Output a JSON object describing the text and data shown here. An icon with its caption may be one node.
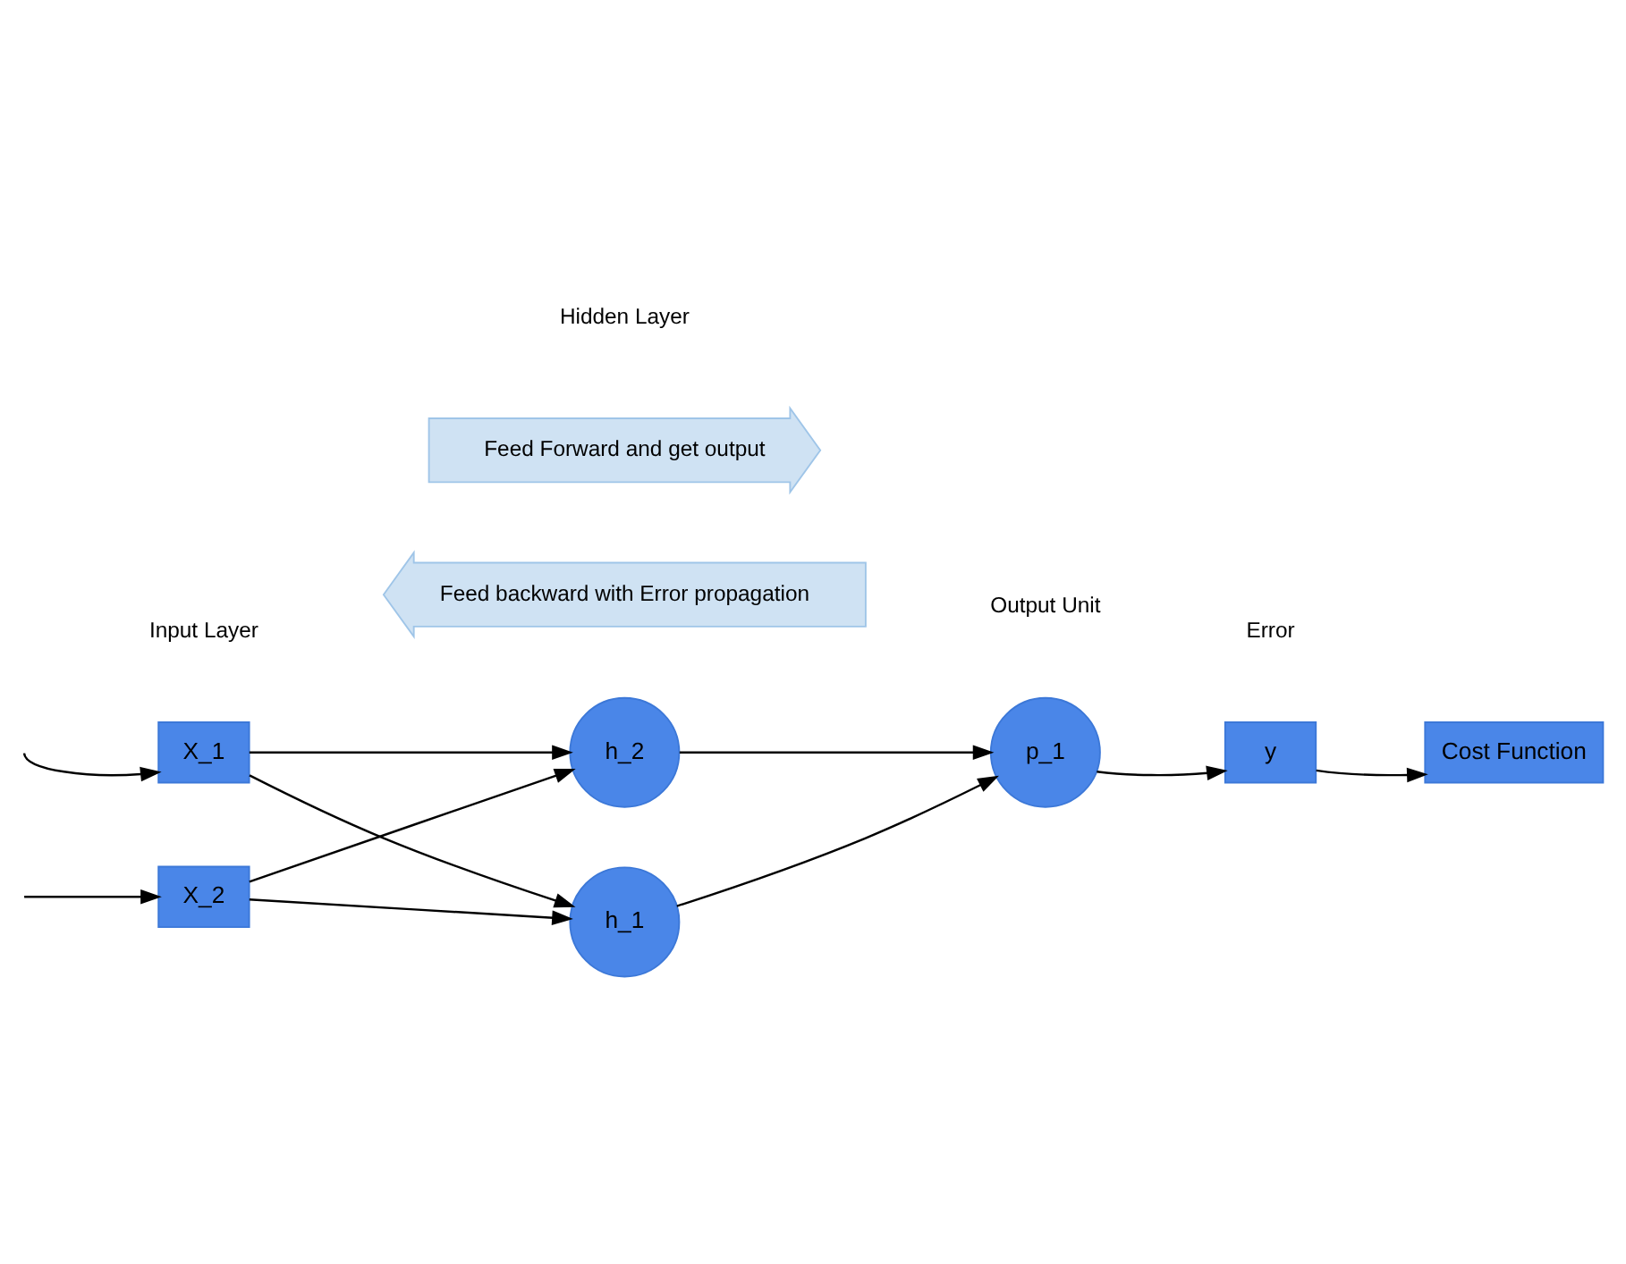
{
  "diagram": {
    "nodes": [
      {
        "text": [
          "Feed backward with Error propagation"
        ]
      },
      {
        "text": [
          "X_1"
        ]
      },
      {
        "text": [
          "X_2"
        ]
      },
      {
        "text": [
          "h_1"
        ]
      },
      {
        "text": [
          "h_2"
        ]
      },
      {
        "text": [
          "p_1"
        ]
      },
      {
        "text": [
          "y"
        ]
      },
      {
        "text": [
          "Cost Function"
        ]
      },
      {
        "text": [
          "Feed Forward and get output"
        ]
      }
    ],
    "edges": [
      {
        "from": null,
        "to": 1,
        "arrow": "to"
      },
      {
        "from": null,
        "to": 2,
        "arrow": "to"
      },
      {
        "from": 1,
        "to": 3,
        "arrow": "to"
      },
      {
        "from": 1,
        "to": 4,
        "arrow": "to"
      },
      {
        "from": 2,
        "to": 3,
        "arrow": "to"
      },
      {
        "from": 2,
        "to": 4,
        "arrow": "to"
      },
      {
        "from": 3,
        "to": 5,
        "arrow": "to"
      },
      {
        "from": 4,
        "to": 5,
        "arrow": "to"
      },
      {
        "from": 5,
        "to": 6,
        "arrow": "to"
      },
      {
        "from": 6,
        "to": 7,
        "arrow": "to"
      }
    ],
    "labels": [
      "Error",
      "Input Layer",
      "Hidden Layer",
      "Output Unit"
    ]
  }
}
